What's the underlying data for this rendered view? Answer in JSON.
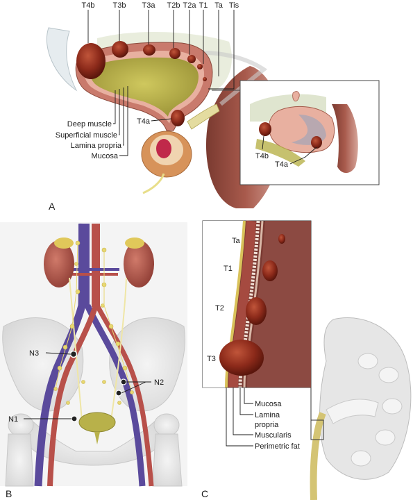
{
  "panel_a": {
    "letter": "A",
    "stages_top": [
      "T4b",
      "T3b",
      "T3a",
      "T2b",
      "T2a",
      "T1",
      "Ta",
      "Tis"
    ],
    "layers": [
      "Deep muscle",
      "Superficial muscle",
      "Lamina propria",
      "Mucosa"
    ],
    "t4a": "T4a",
    "inset_t4b": "T4b",
    "inset_t4a": "T4a"
  },
  "panel_b": {
    "letter": "B",
    "n3": "N3",
    "n2": "N2",
    "n1": "N1"
  },
  "panel_c": {
    "letter": "C",
    "stages": [
      "Ta",
      "T1",
      "T2",
      "T3"
    ],
    "layers": [
      "Mucosa",
      "Lamina",
      "propria",
      "Muscularis",
      "Perimetric fat"
    ]
  },
  "colors": {
    "bladder_wall": "#c97a6c",
    "urine": "#b8b14a",
    "tumor": "#8c2a1a",
    "vein": "#5a4a9c",
    "artery": "#b8504a",
    "lymph": "#e8d872",
    "kidney": "#b0504a"
  }
}
